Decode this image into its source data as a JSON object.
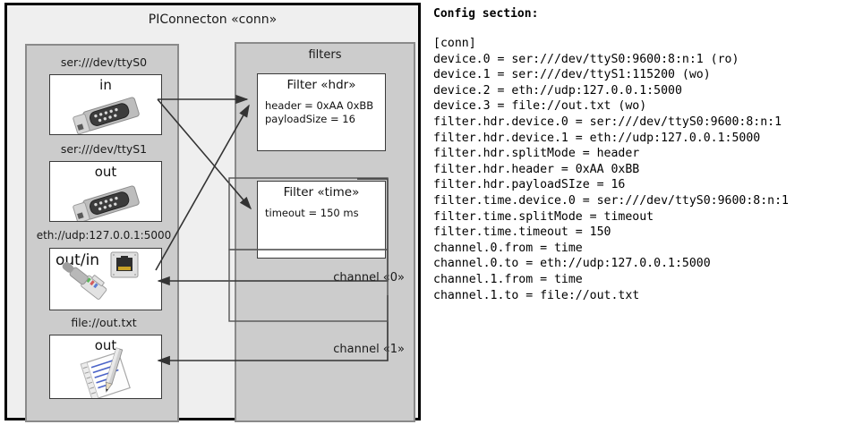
{
  "diagram": {
    "outer_title": "PIConnecton «conn»",
    "devices_panel": {
      "items": [
        {
          "label": "ser:///dev/ttyS0",
          "io": "in",
          "icon": "serial-db9-icon"
        },
        {
          "label": "ser:///dev/ttyS1",
          "io": "out",
          "icon": "serial-db9-icon"
        },
        {
          "label": "eth://udp:127.0.0.1:5000",
          "io": "out/in",
          "icon": "ethernet-rj45-icon"
        },
        {
          "label": "file://out.txt",
          "io": "out",
          "icon": "file-notepad-icon"
        }
      ]
    },
    "filters_panel": {
      "title": "filters",
      "cards": [
        {
          "title": "Filter «hdr»",
          "body": "header = 0xAA 0xBB\npayloadSize = 16"
        },
        {
          "title": "Filter «time»",
          "body": "timeout = 150 ms"
        }
      ],
      "channels": [
        {
          "label": "channel «0»"
        },
        {
          "label": "channel «1»"
        }
      ]
    }
  },
  "config": {
    "heading": "Config section:",
    "text": "[conn]\ndevice.0 = ser:///dev/ttyS0:9600:8:n:1 (ro)\ndevice.1 = ser:///dev/ttyS1:115200 (wo)\ndevice.2 = eth://udp:127.0.0.1:5000\ndevice.3 = file://out.txt (wo)\nfilter.hdr.device.0 = ser:///dev/ttyS0:9600:8:n:1\nfilter.hdr.device.1 = eth://udp:127.0.0.1:5000\nfilter.hdr.splitMode = header\nfilter.hdr.header = 0xAA 0xBB\nfilter.hdr.payloadSIze = 16\nfilter.time.device.0 = ser:///dev/ttyS0:9600:8:n:1\nfilter.time.splitMode = timeout\nfilter.time.timeout = 150\nchannel.0.from = time\nchannel.0.to = eth://udp:127.0.0.1:5000\nchannel.1.from = time\nchannel.1.to = file://out.txt"
  },
  "colors": {
    "outer_bg": "#efefef",
    "panel_bg": "#cccccc",
    "card_bg": "#ffffff",
    "border": "#000000",
    "edge": "#333333"
  }
}
